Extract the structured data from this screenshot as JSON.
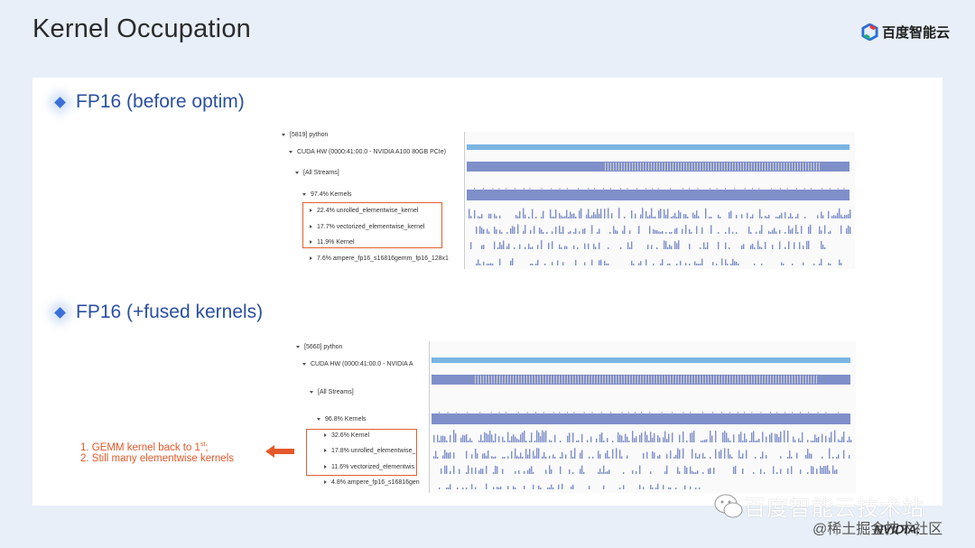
{
  "page": {
    "title": "Kernel Occupation"
  },
  "logo": {
    "text": "百度智能云"
  },
  "sections": [
    {
      "heading": "FP16 (before optim)",
      "tree": [
        "[5819] python",
        "CUDA HW (0000:41:00.0 - NVIDIA A100 80GB PCIe)",
        "[All Streams]",
        "97.4% Kernels",
        "22.4% unrolled_elementwise_kernel",
        "17.7% vectorized_elementwise_kernel",
        "11.9% Kernel",
        "7.6% ampere_fp16_s16816gemm_fp16_128x1"
      ]
    },
    {
      "heading": "FP16 (+fused kernels)",
      "tree": [
        "[5660] python",
        "CUDA HW (0000:41:00.0 - NVIDIA A",
        "[All Streams]",
        "96.8% Kernels",
        "32.6% Kernel",
        "17.8% unrolled_elementwise_",
        "11.6% vectorized_elementwis",
        "4.8% ampere_fp16_s16816gen"
      ]
    }
  ],
  "annotation": {
    "line1_pre": "1. GEMM kernel back to 1",
    "line1_sup": "st",
    "line1_post": ";",
    "line2": "2. Still many elementwise kernels"
  },
  "watermark": {
    "main": "百度智能云技术站",
    "sub": "@稀土掘金技术社区",
    "brand": "NVIDIA."
  },
  "colors": {
    "accent": "#2a4fa0",
    "annotation": "#e4582a",
    "timeline_bar": "#7f8fc9",
    "timeline_top": "#7ab5e4"
  }
}
